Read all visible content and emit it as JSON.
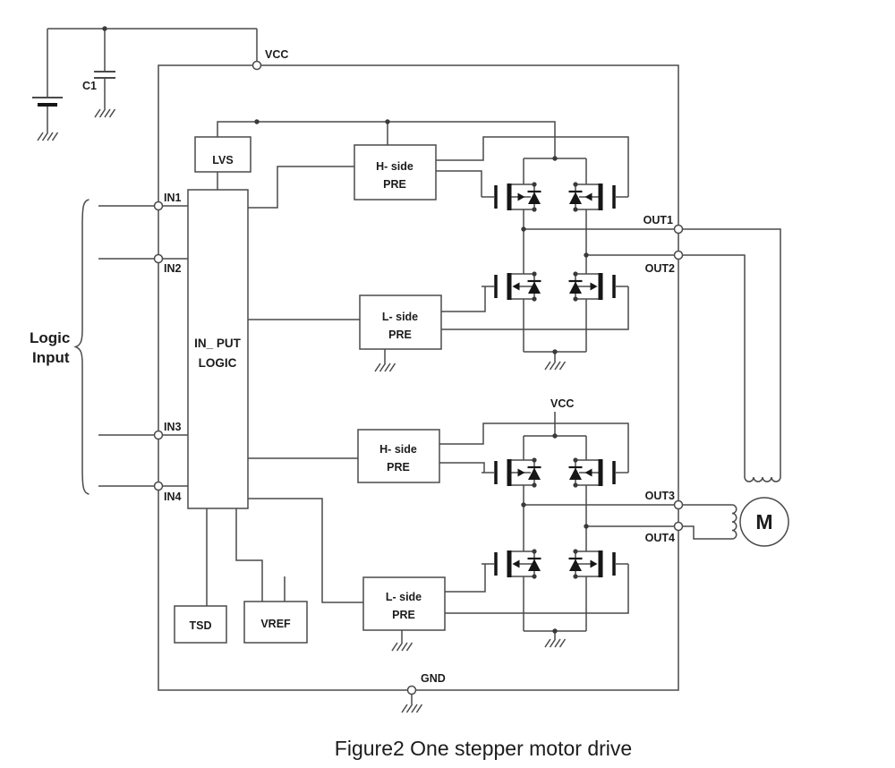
{
  "colors": {
    "background": "#ffffff",
    "wire": "#4a4a4a",
    "ink": "#1c1c1c"
  },
  "caption": "Figure2 One stepper motor drive",
  "supply": {
    "vcc_top": "VCC",
    "vcc_bridge2": "VCC",
    "capacitor": "C1",
    "ground_pin": "GND"
  },
  "logic_inputs": {
    "group_label": [
      "Logic",
      "Input"
    ],
    "pins": [
      "IN1",
      "IN2",
      "IN3",
      "IN4"
    ]
  },
  "output_pins": [
    "OUT1",
    "OUT2",
    "OUT3",
    "OUT4"
  ],
  "blocks": {
    "lvs": "LVS",
    "input_logic": [
      "IN_ PUT",
      "LOGIC"
    ],
    "hside_pre1": [
      "H- side",
      "PRE"
    ],
    "lside_pre1": [
      "L- side",
      "PRE"
    ],
    "hside_pre2": [
      "H- side",
      "PRE"
    ],
    "lside_pre2": [
      "L- side",
      "PRE"
    ],
    "tsd": "TSD",
    "vref": "VREF"
  },
  "motor": {
    "label": "M"
  }
}
